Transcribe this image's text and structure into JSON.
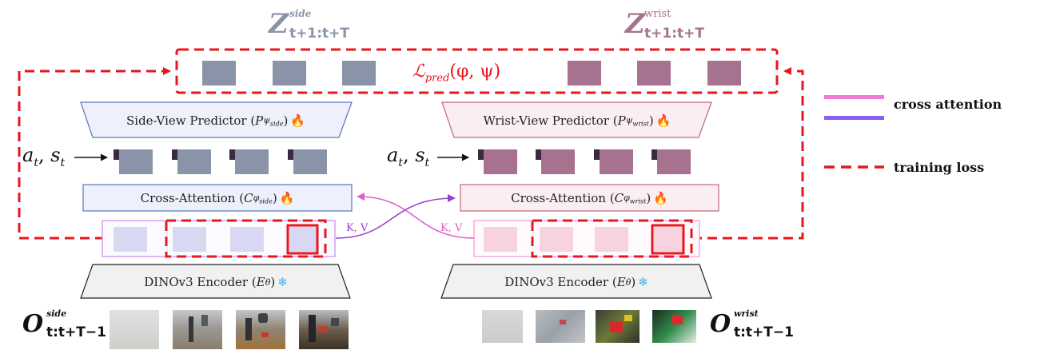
{
  "colors": {
    "side": "#8a94a8",
    "wrist": "#a77190",
    "side_token_light": "#d9d8f3",
    "wrist_token_light": "#f7d2df",
    "loss_red": "#e8161d",
    "cross_attn_pink": "#ef7bd6",
    "cross_attn_purple": "#8b5cf6",
    "kv_purple": "#9b3fd2",
    "kv_pink": "#e060c8"
  },
  "top": {
    "z_side": {
      "base": "Z",
      "sup": "side",
      "sub": "t+1:t+T"
    },
    "z_wrist": {
      "base": "Z",
      "sup": "wrist",
      "sub": "t+1:t+T"
    },
    "loss": {
      "base": "ℒ",
      "sub": "pred",
      "args": "(φ, ψ)"
    }
  },
  "side": {
    "predictor": {
      "text": "Side-View Predictor (",
      "sym": "P",
      "sub": "ψ",
      "subsub": "side",
      "close": ")",
      "icon": "fire-icon"
    },
    "cross_attention": {
      "text": "Cross-Attention (",
      "sym": "C",
      "sub": "φ",
      "subsub": "side",
      "close": ")",
      "icon": "fire-icon"
    },
    "encoder": {
      "text": "DINOv3 Encoder (",
      "sym": "E",
      "sub": "θ",
      "close": ")",
      "icon": "snowflake-icon"
    },
    "input": {
      "a": "a",
      "a_sub": "t",
      "s": "s",
      "s_sub": "t"
    },
    "kv_label": "K, V",
    "obs": {
      "base": "O",
      "sup": "side",
      "sub": "t:t+T−1"
    }
  },
  "wrist": {
    "predictor": {
      "text": "Wrist-View Predictor (",
      "sym": "P",
      "sub": "ψ",
      "subsub": "wrist",
      "close": ")",
      "icon": "fire-icon"
    },
    "cross_attention": {
      "text": "Cross-Attention (",
      "sym": "C",
      "sub": "φ",
      "subsub": "wrist",
      "close": ")",
      "icon": "fire-icon"
    },
    "encoder": {
      "text": "DINOv3 Encoder (",
      "sym": "E",
      "sub": "θ",
      "close": ")",
      "icon": "snowflake-icon"
    },
    "input": {
      "a": "a",
      "a_sub": "t",
      "s": "s",
      "s_sub": "t"
    },
    "kv_label": "K, V",
    "obs": {
      "base": "O",
      "sup": "wrist",
      "sub": "t:t+T−1"
    }
  },
  "legend": {
    "cross_attention": "cross attention",
    "training_loss": "training loss"
  }
}
